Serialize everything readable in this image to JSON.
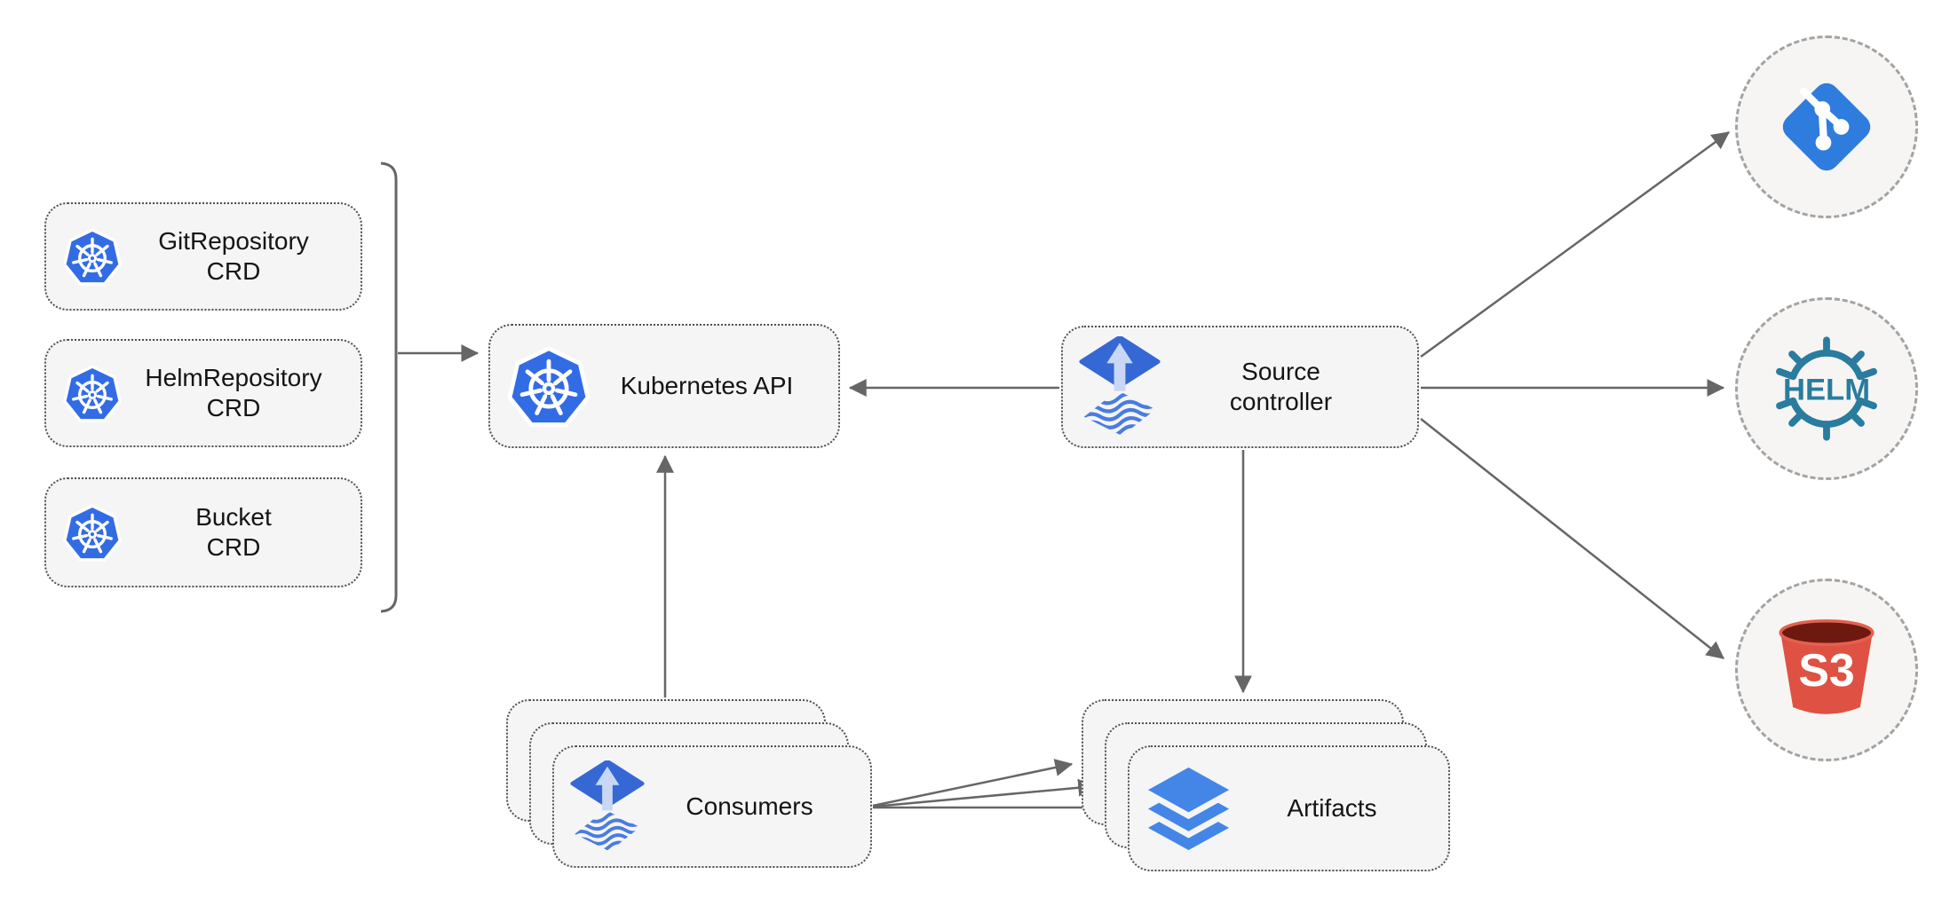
{
  "diagram": {
    "crd_boxes": [
      {
        "line1": "GitRepository",
        "line2": "CRD"
      },
      {
        "line1": "HelmRepository",
        "line2": "CRD"
      },
      {
        "line1": "Bucket",
        "line2": "CRD"
      }
    ],
    "kubernetes_api": {
      "label": "Kubernetes API"
    },
    "source_controller": {
      "line1": "Source",
      "line2": "controller"
    },
    "consumers": {
      "label": "Consumers"
    },
    "artifacts": {
      "label": "Artifacts"
    },
    "external_sources": {
      "git": {
        "icon": "git-icon"
      },
      "helm": {
        "icon": "helm-icon",
        "text": "HELM"
      },
      "s3": {
        "icon": "s3-bucket-icon",
        "text": "S3"
      }
    },
    "colors": {
      "box_fill": "#f5f5f5",
      "box_border": "#4f4f4f",
      "circle_border": "#a3a3a3",
      "connector": "#666666",
      "kubernetes_blue": "#326CE5",
      "flux_blue": "#3568D4",
      "flux_arrow_light": "#c9d7f4",
      "layers_blue": "#4486E8",
      "git_blue": "#2F7CDF",
      "helm_teal": "#2A7C9E",
      "s3_red": "#DF5142",
      "s3_dark": "#6E190F"
    }
  }
}
